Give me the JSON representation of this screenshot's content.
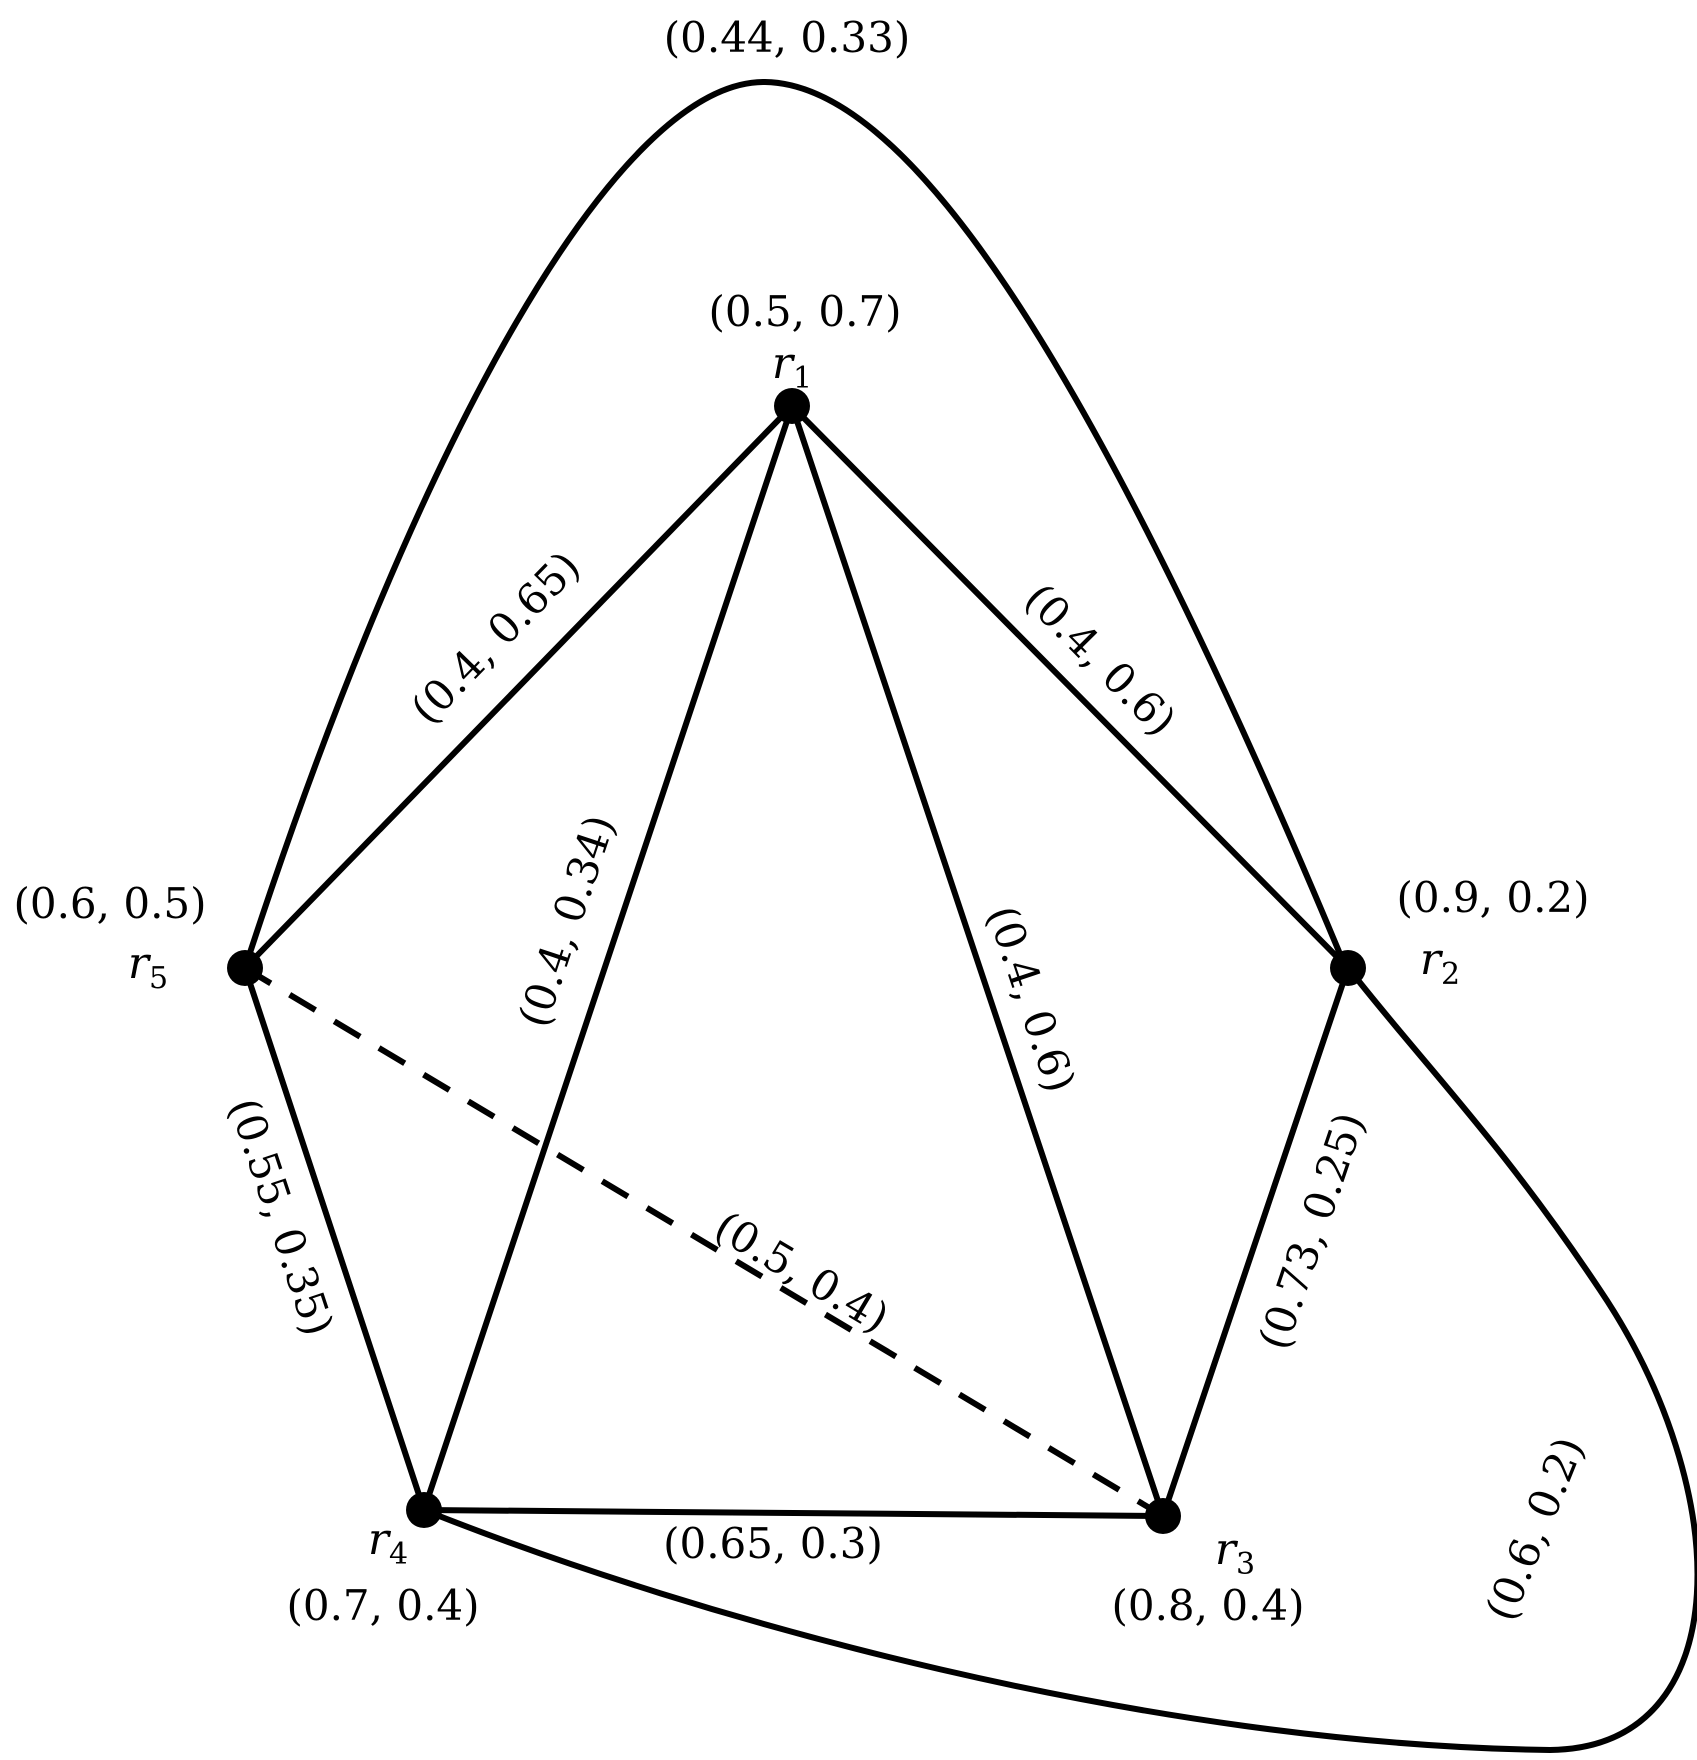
{
  "vertices": [
    {
      "id": "r1",
      "name": "r",
      "sub": "1",
      "value": "(0.5, 0.7)"
    },
    {
      "id": "r2",
      "name": "r",
      "sub": "2",
      "value": "(0.9, 0.2)"
    },
    {
      "id": "r3",
      "name": "r",
      "sub": "3",
      "value": "(0.8, 0.4)"
    },
    {
      "id": "r4",
      "name": "r",
      "sub": "4",
      "value": "(0.7, 0.4)"
    },
    {
      "id": "r5",
      "name": "r",
      "sub": "5",
      "value": "(0.6, 0.5)"
    }
  ],
  "edges": [
    {
      "id": "r1-r5",
      "from": "r1",
      "to": "r5",
      "label": "(0.4, 0.65)",
      "style": "solid"
    },
    {
      "id": "r1-r2",
      "from": "r1",
      "to": "r2",
      "label": "(0.4, 0.6)",
      "style": "solid"
    },
    {
      "id": "r1-r4",
      "from": "r1",
      "to": "r4",
      "label": "(0.4, 0.34)",
      "style": "solid"
    },
    {
      "id": "r1-r3",
      "from": "r1",
      "to": "r3",
      "label": "(0.4, 0.6)",
      "style": "solid"
    },
    {
      "id": "r5-r4",
      "from": "r5",
      "to": "r4",
      "label": "(0.55, 0.35)",
      "style": "solid"
    },
    {
      "id": "r5-r3",
      "from": "r5",
      "to": "r3",
      "label": "(0.5, 0.4)",
      "style": "dashed"
    },
    {
      "id": "r4-r3",
      "from": "r4",
      "to": "r3",
      "label": "(0.65, 0.3)",
      "style": "solid"
    },
    {
      "id": "r2-r3",
      "from": "r2",
      "to": "r3",
      "label": "(0.73, 0.25)",
      "style": "solid"
    },
    {
      "id": "r5-r2",
      "from": "r5",
      "to": "r2",
      "label": "(0.44, 0.33)",
      "style": "solid"
    },
    {
      "id": "r4-r2",
      "from": "r4",
      "to": "r2",
      "label": "(0.6, 0.2)",
      "style": "solid"
    }
  ]
}
